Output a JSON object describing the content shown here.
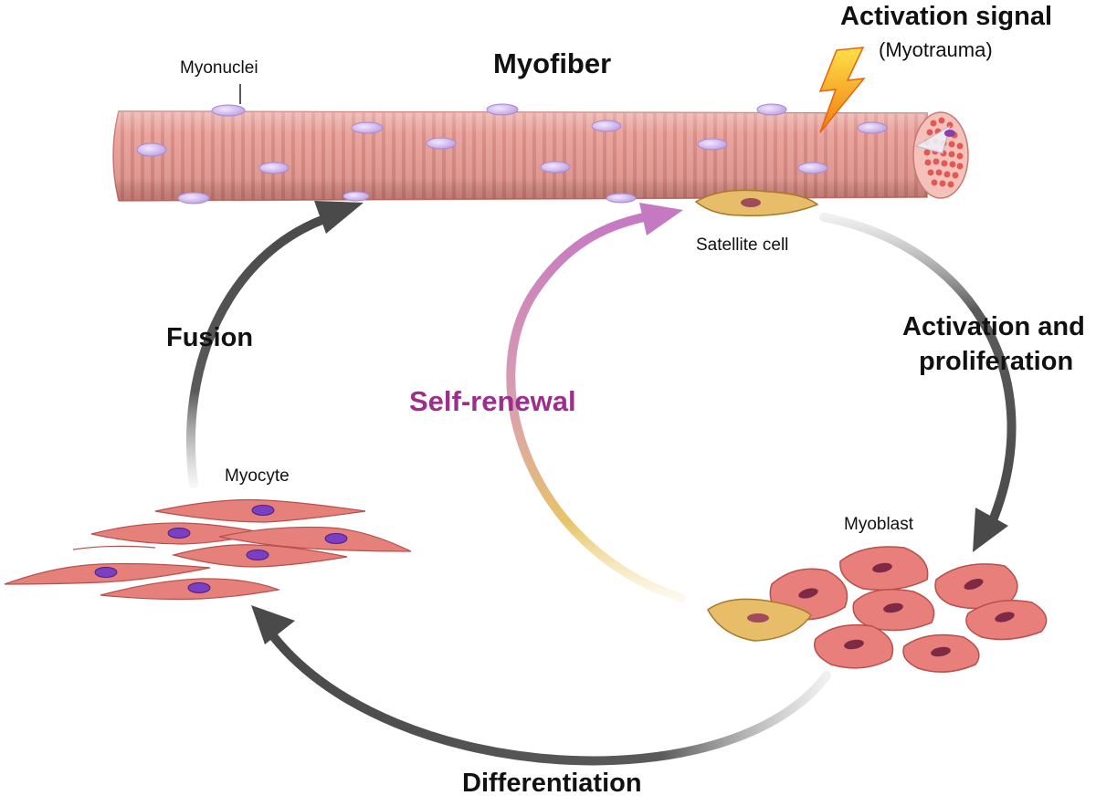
{
  "title": "Myofiber",
  "activation_signal": {
    "title": "Activation signal",
    "subtitle": "(Myotrauma)"
  },
  "labels": {
    "myonuclei": "Myonuclei",
    "satellite_cell": "Satellite cell",
    "myocyte": "Myocyte",
    "myoblast": "Myoblast"
  },
  "steps": {
    "fusion": "Fusion",
    "activation_line1": "Activation and",
    "activation_line2": "proliferation",
    "differentiation": "Differentiation",
    "self_renewal": "Self-renewal"
  },
  "colors": {
    "fiber": "#e69a93",
    "fiber_dark": "#c9706a",
    "nucleus": "#c9a8e8",
    "myoblast_body": "#e5807b",
    "myoblast_nucleus": "#8a2a44",
    "myocyte_nucleus": "#7b3fc4",
    "satellite": "#e7b75f",
    "arrow_gray": "#5a5a5a",
    "self_renewal_text": "#9c2f8c",
    "self_renewal_top": "#c979c6",
    "self_renewal_bottom": "#e8c36a",
    "bolt_orange": "#f08a12",
    "bolt_yellow": "#ffd23a"
  }
}
